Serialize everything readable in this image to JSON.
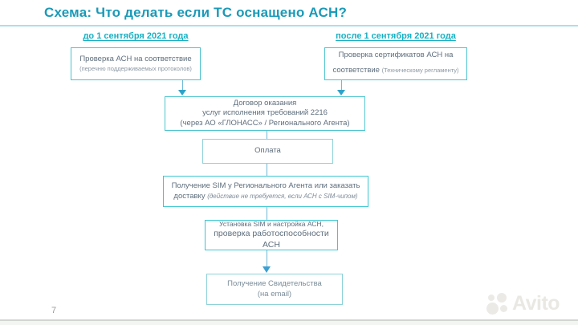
{
  "slide": {
    "title": "Схема: Что делать если ТС оснащено АСН?",
    "page_number": "7"
  },
  "timeline": {
    "before_header": "до 1 сентября 2021 года",
    "after_header": "после 1 сентября 2021 года"
  },
  "flowchart": {
    "check_asn": {
      "line1": "Проверка АСН на соответствие",
      "line2": "(перечню поддерживаемых протоколов)"
    },
    "check_cert": {
      "line1": "Проверка сертификатов АСН на",
      "line2_main": "соответствие ",
      "line2_note": "(Техническому регламенту)"
    },
    "contract": {
      "line1": "Договор оказания",
      "line2": "услуг исполнения требований 2216",
      "line3": "(через АО «ГЛОНАСС» / Регионального Агента)"
    },
    "payment": {
      "line1": "Оплата"
    },
    "sim": {
      "line1": "Получение SIM у Регионального Агента или заказать",
      "line2_main": "доставку ",
      "line2_note": "(действие не требуется, если АСН с SIM-чипом)"
    },
    "install": {
      "line1": "Установка SIM и настройка АСН,",
      "line2": "проверка работоспособности АСН"
    },
    "certificate": {
      "line1": "Получение Свидетельства",
      "line2": "(на email)"
    }
  },
  "watermark": {
    "brand": "Avito"
  },
  "icons": {
    "arrow": "arrow-down-icon",
    "logo": "avito-logo-icon"
  },
  "colors": {
    "title": "#1a9ab8",
    "header": "#15b1c4",
    "box_border": "#4cc4ce",
    "box_border_bright": "#3cc8d3",
    "box_border_light": "#8dd2d9",
    "box_text": "#5e6e7d",
    "box_text_small": "#8b98a4",
    "arrow": "#2ea3c9",
    "watermark": "#eceae6"
  }
}
